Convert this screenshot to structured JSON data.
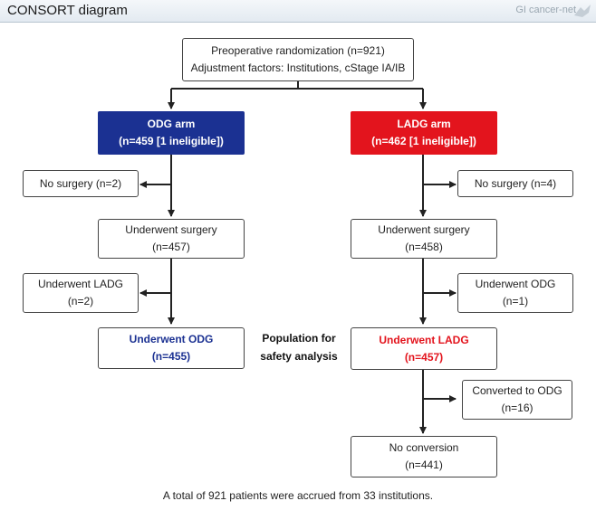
{
  "header": {
    "title": "CONSORT diagram",
    "brand": "GI cancer-net"
  },
  "top": {
    "line1": "Preoperative randomization (n=921)",
    "line2": "Adjustment factors: Institutions, cStage IA/IB"
  },
  "odg": {
    "arm_title": "ODG arm",
    "arm_count": "(n=459 [1 ineligible])",
    "no_surgery": "No surgery (n=2)",
    "underwent_surgery_label": "Underwent surgery",
    "underwent_surgery_count": "(n=457)",
    "crossover_label": "Underwent LADG",
    "crossover_count": "(n=2)",
    "final_label": "Underwent ODG",
    "final_count": "(n=455)"
  },
  "ladg": {
    "arm_title": "LADG arm",
    "arm_count": "(n=462 [1 ineligible])",
    "no_surgery": "No surgery (n=4)",
    "underwent_surgery_label": "Underwent surgery",
    "underwent_surgery_count": "(n=458)",
    "crossover_label": "Underwent ODG",
    "crossover_count": "(n=1)",
    "final_label": "Underwent LADG",
    "final_count": "(n=457)",
    "converted_label": "Converted to ODG",
    "converted_count": "(n=16)",
    "no_conversion_label": "No conversion",
    "no_conversion_count": "(n=441)"
  },
  "population_label_line1": "Population for",
  "population_label_line2": "safety analysis",
  "footnote": "A total of 921 patients were accrued from 33 institutions.",
  "colors": {
    "odg_arm": "#1b3192",
    "ladg_arm": "#e3141d",
    "connector": "#222222"
  }
}
